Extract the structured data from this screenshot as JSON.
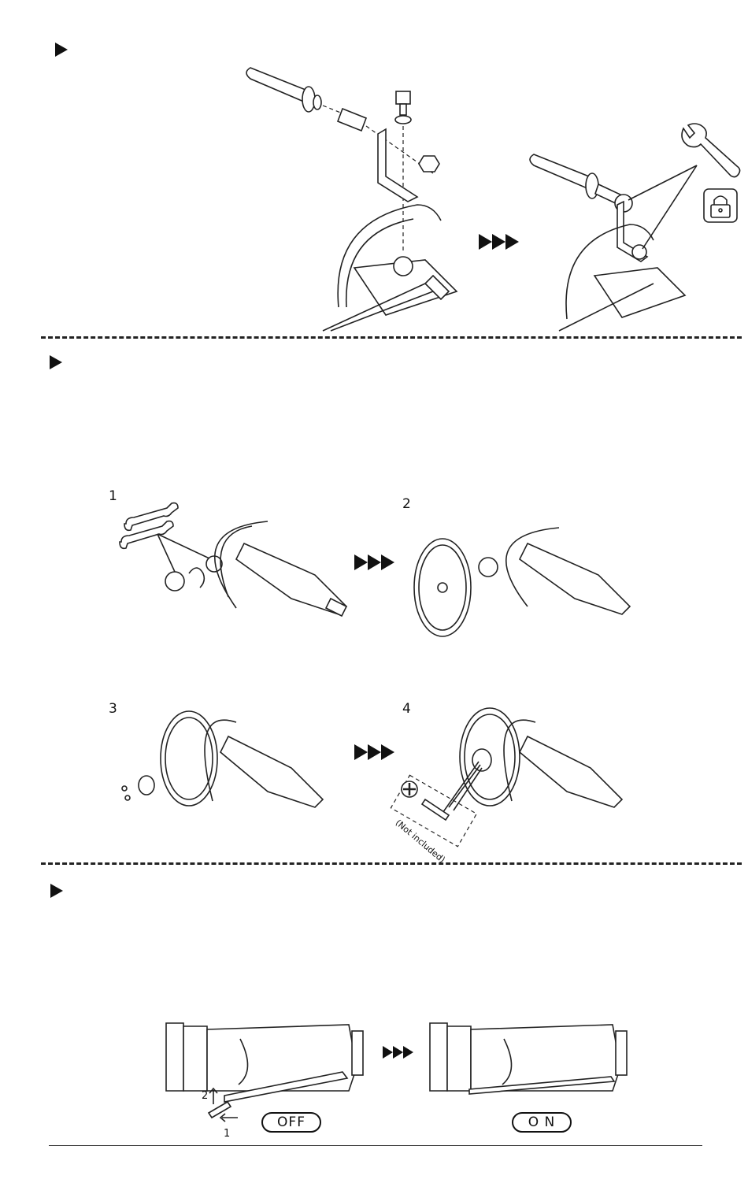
{
  "sections": [
    {
      "id": "handle-assembly"
    },
    {
      "id": "disc-mounting",
      "steps": [
        {
          "number": "1"
        },
        {
          "number": "2"
        },
        {
          "number": "3"
        },
        {
          "number": "4"
        }
      ],
      "not_included_label": "(Not included)"
    },
    {
      "id": "lever-operation",
      "switch_labels": {
        "off": "OFF",
        "on": "O N"
      },
      "motion_labels": {
        "first": "1",
        "second": "2"
      }
    }
  ],
  "icons": {
    "bullet": "play-triangle-icon",
    "next": "triple-arrow-icon",
    "wrench": "wrench-icon",
    "lock": "padlock-icon",
    "screwdriver": "phillips-screwdriver-icon"
  },
  "colors": {
    "ink": "#111111",
    "paper": "#ffffff"
  }
}
